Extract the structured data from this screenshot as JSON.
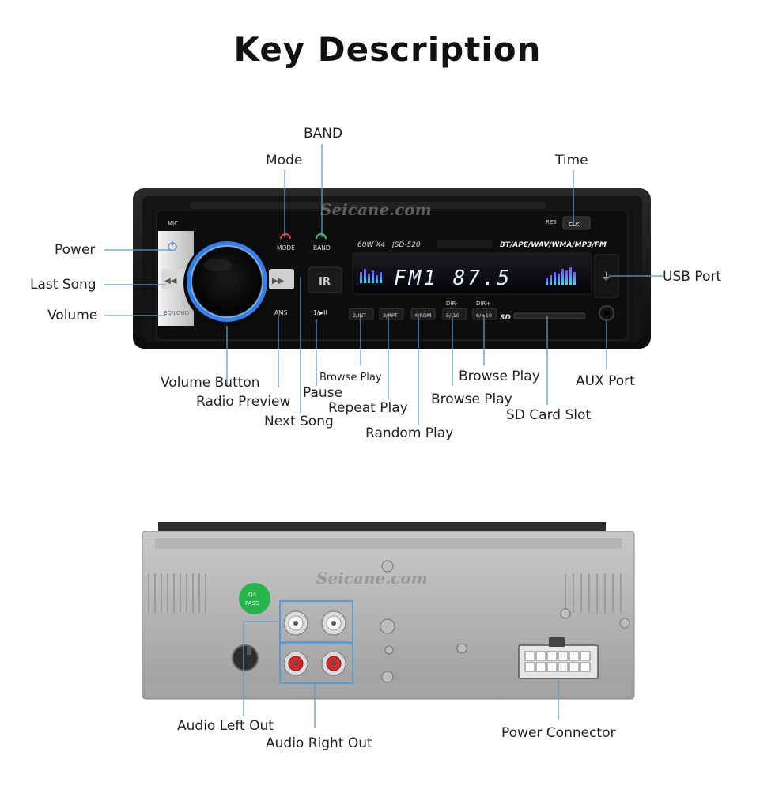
{
  "title": "Key Description",
  "front": {
    "watermark": "Seicane.com",
    "mic": "MIC",
    "mode_btn": "MODE",
    "band_btn": "BAND",
    "res_btn": "RES",
    "clk_btn": "CLK",
    "spec1": "60W X4",
    "spec2": "JSD-520",
    "formats": "BT/APE/WAV/WMA/MP3/FM",
    "display": "FM1 87.5",
    "ams": "AMS",
    "eq": "EQ/LOUD",
    "p1": "1/▶II",
    "p2": "2/INT",
    "p3": "3/RPT",
    "p4": "4/RDM",
    "p5": "5/-10",
    "p6": "6/+10",
    "dir_minus": "DIR-",
    "dir_plus": "DIR+",
    "sd": "SD",
    "ir": "IR"
  },
  "back": {
    "watermark": "Seicane.com",
    "qa": "QA",
    "pass": "PASS"
  },
  "labels": {
    "band": "BAND",
    "mode": "Mode",
    "time": "Time",
    "power": "Power",
    "last_song": "Last Song",
    "volume": "Volume",
    "usb_port": "USB Port",
    "volume_button": "Volume Button",
    "radio_preview": "Radio Preview",
    "next_song": "Next Song",
    "pause": "Pause",
    "browse_play_small": "Browse Play",
    "repeat_play": "Repeat Play",
    "random_play": "Random Play",
    "browse_play_1": "Browse Play",
    "browse_play_2": "Browse Play",
    "sd_card_slot": "SD Card Slot",
    "aux_port": "AUX Port",
    "audio_left_out": "Audio Left Out",
    "audio_right_out": "Audio Right Out",
    "power_connector": "Power Connector"
  },
  "colors": {
    "callout": "#5b9bd5",
    "display_text": "#e8f4ff",
    "knob_ring": "#3a8cff"
  }
}
